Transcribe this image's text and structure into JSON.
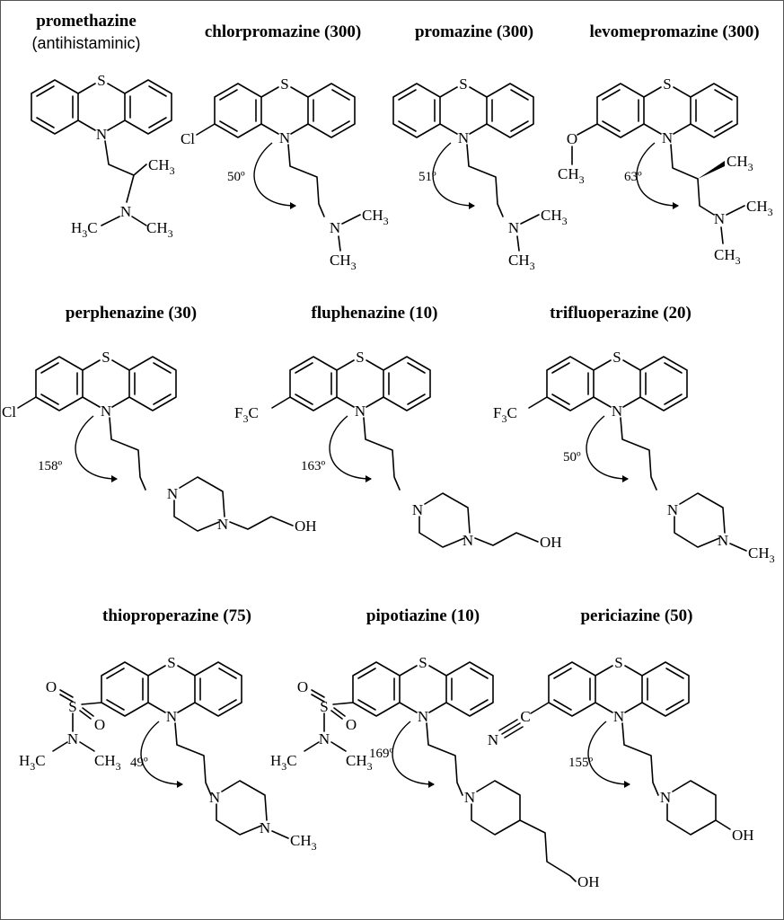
{
  "compounds": [
    {
      "name": "promethazine",
      "note": "(antihistaminic)",
      "angle": ""
    },
    {
      "name": "chlorpromazine (300)",
      "note": "",
      "angle": "50º"
    },
    {
      "name": "promazine (300)",
      "note": "",
      "angle": "51º"
    },
    {
      "name": "levomepromazine (300)",
      "note": "",
      "angle": "63º"
    },
    {
      "name": "perphenazine (30)",
      "note": "",
      "angle": "158º"
    },
    {
      "name": "fluphenazine (10)",
      "note": "",
      "angle": "163º"
    },
    {
      "name": "trifluoperazine (20)",
      "note": "",
      "angle": "50º"
    },
    {
      "name": "thioproperazine (75)",
      "note": "",
      "angle": "49º"
    },
    {
      "name": "pipotiazine (10)",
      "note": "",
      "angle": "169º"
    },
    {
      "name": "periciazine (50)",
      "note": "",
      "angle": "155º"
    }
  ],
  "atoms": {
    "S": "S",
    "N": "N",
    "Cl": "Cl",
    "O": "O",
    "OH": "OH",
    "CH3": "CH",
    "H3C": "H",
    "sub3": "3",
    "F3C_F": "F",
    "F3C_C": "C",
    "C": "C",
    "CN_N": "N"
  },
  "colors": {
    "line": "#000000",
    "border": "#555555",
    "background": "#ffffff"
  }
}
